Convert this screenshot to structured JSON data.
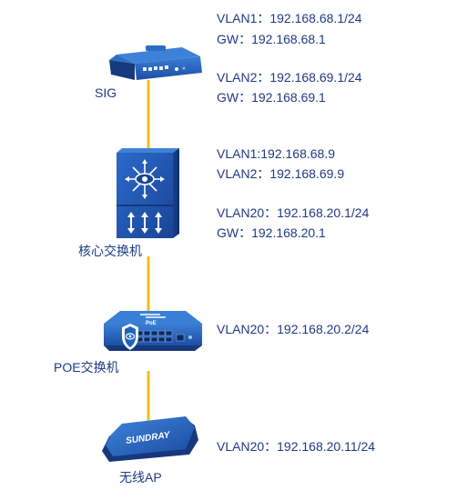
{
  "diagram": {
    "link_color": "#f0c01a",
    "device_color": "#1d4ea3",
    "text_color": "#1f3a84",
    "devices": [
      {
        "icon": "router-icon",
        "label": "SIG",
        "info": [
          "VLAN1：192.168.68.1/24",
          "GW：192.168.68.1",
          "VLAN2：192.168.69.1/24",
          "GW：192.168.69.1"
        ]
      },
      {
        "icon": "core-switch-icon",
        "label": "核心交换机",
        "info": [
          "VLAN1:192.168.68.9",
          "VLAN2：192.168.69.9",
          "VLAN20：192.168.20.1/24",
          "GW：192.168.20.1"
        ]
      },
      {
        "icon": "poe-switch-icon",
        "label": "POE交换机",
        "device_text": "PoE",
        "info": [
          "VLAN20：192.168.20.2/24"
        ]
      },
      {
        "icon": "access-point-icon",
        "label": "无线AP",
        "device_text": "SUNDRAY",
        "info": [
          "VLAN20：192.168.20.11/24"
        ]
      }
    ]
  }
}
